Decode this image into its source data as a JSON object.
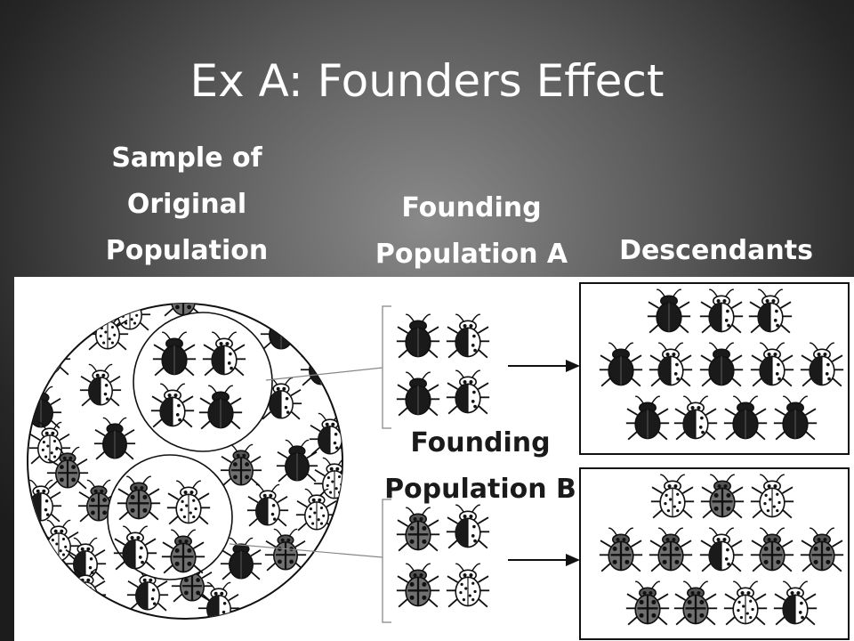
{
  "title": "Ex A: Founders Effect",
  "labels": {
    "sample": [
      "Sample of",
      "Original",
      "Population"
    ],
    "founding_a": [
      "Founding",
      "Population A"
    ],
    "descendants": "Descendants",
    "founding_b": [
      "Founding",
      "Population B"
    ]
  },
  "colors": {
    "dark_beetle": "#1a1a1a",
    "gray_beetle": "#707070",
    "spotted_beetle": "#ffffff",
    "ink": "#111111"
  },
  "beetle_types": [
    "solid-black",
    "gray-cross",
    "white-spotted",
    "black-white-split"
  ]
}
